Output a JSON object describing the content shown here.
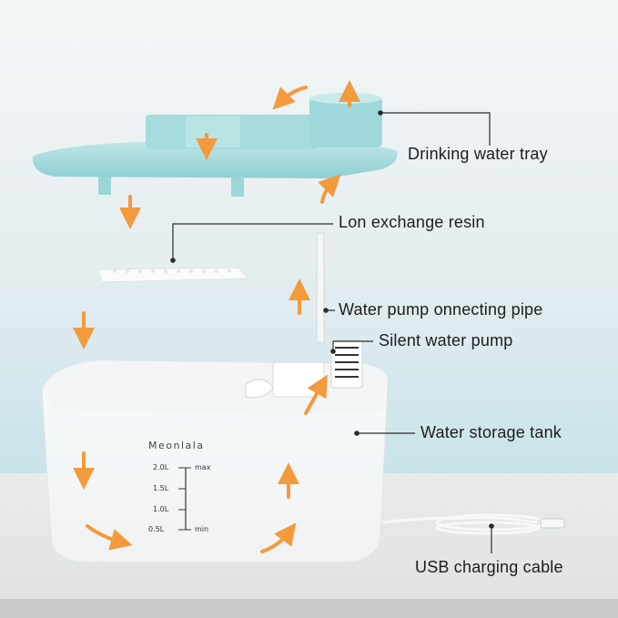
{
  "labels": {
    "tray": "Drinking water tray",
    "resin": "Lon exchange resin",
    "pipe": "Water pump onnecting pipe",
    "pump": "Silent water pump",
    "tank": "Water storage tank",
    "cable": "USB charging cable"
  },
  "tank": {
    "brand": "Meonlala",
    "scale": {
      "marks": [
        "2.0L",
        "1.5L",
        "1.0L",
        "0.5L"
      ],
      "max": "max",
      "min": "min"
    }
  },
  "colors": {
    "tray": "#a9dcde",
    "arrow": "#f39a3d",
    "leader": "#2b2b2b",
    "tank": "#f7f8f8"
  }
}
